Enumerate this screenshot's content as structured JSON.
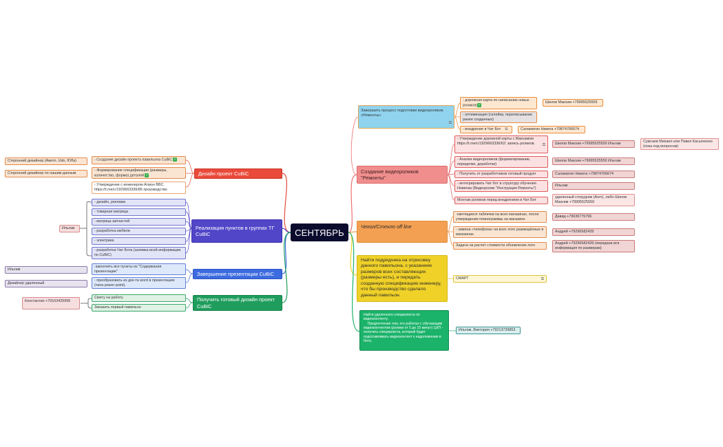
{
  "center": "СЕНТЯБРЬ",
  "branches": {
    "videos": {
      "title": "Создание видеороликов \"Ремонты\"",
      "subtitle": "Завершить процесс подготовки видеороликов «Ремонты»",
      "sub_items": [
        {
          "text": "- дорожная карта по написанию новых роликов",
          "who": "Шилов Максим +79995525559"
        },
        {
          "text": "- оптимизация (склейка, перепиcывание ранее созданных)"
        },
        {
          "text": "- внедрение в Чат Бот",
          "who": "Саламатин Никита +79874766674"
        }
      ],
      "items": [
        {
          "text": "- Утверждение дорожной карты с Максимом https://t.me/c/1929663336/62: запись роликов.",
          "who": "Шилов Максим +79995525559 Ильгам",
          "extra": "Сумсаев Михаил или Павел Касьяненко (пока под вопросом)"
        },
        {
          "text": "- Анализ видеороликов (форматирование, переделки, доработки)",
          "who": "Шилов Максим +79995525559 Ильгам"
        },
        {
          "text": "- Получить от разработчиков готовый продукт",
          "who": "Саламатин Никита +79874766674"
        },
        {
          "text": "- интегрировать Чат бот в структуру обучения Новичка (Видеоролик \"Инструкция Ремонты\")",
          "who": "Ильгам"
        },
        {
          "text": "Монтаж роликов перед внедрением в Чат Бот",
          "who": "удаленный сотрудник (Агит), либо Шилов Максим +79995525559"
        }
      ]
    },
    "glass": {
      "title": "Чехол/Стекло off line",
      "items": [
        {
          "text": "-светящиеся таблички на всех магазинах, после утверждения планограммы на магазине.",
          "who": "Давид +79036776796"
        },
        {
          "text": "- замена «телефона» на всех лого размещённых в магазинах.",
          "who": "Андрей +79296582439"
        },
        {
          "text": "Задача на расчет стоимости обновления лого",
          "who": "Андрей +79296582439 (передана вся информация по размерам)"
        }
      ]
    },
    "contractor": {
      "title": "Найти подрядчика на отрисовку данного павильона, с указанием размеров всех составляющих (размеры есть), и передать созданную спецификацию инженеру, что бы производство сделало данный павильон.",
      "child": "СМАРТ"
    },
    "remote": {
      "title": "Найти удаленного специалиста по видеоконтенту.\n    Предпочтение тем, кто работал с обучающим видеоконтентом (ролики от 5 до 15 минут) ЦКП - получить специалиста, который будет подготавливать видеоконтент к надоложению в бота.",
      "who": "Ильгам, Виктория +79213739853"
    },
    "design": {
      "title": "Дизайн проект CuBiC",
      "items": [
        {
          "text": "- Создание дизайн проекта павильона CuBiC",
          "who": "Сторонний дизайнер (Авито, Udo, ЮЛа)"
        },
        {
          "text": "- Формирование спецификации (размеры, количество, форма) деталей",
          "who": "Сторонний дизайнер по нашим данным"
        },
        {
          "text": "- Утверждение с инженером Алион BBC. https://t.me/c/1929663336/85 производство."
        }
      ]
    },
    "tg": {
      "title": "Реализация пунктов в группах ТГ CuBiC",
      "who": "Ильгам",
      "items": [
        "- дизайн, реклама",
        "- товарная матрица",
        "- матрица запчастей",
        "- разработка мебели",
        "- электрика",
        "- разработка Чат Бота (заливка всей информации по CuBiC)"
      ]
    },
    "presentation": {
      "title": "Завершение презентации CuBiC",
      "items": [
        {
          "text": "-закончить все пункты из \"Содержания презентации\"",
          "who": "Ильгам"
        },
        {
          "text": "- преобразовать из док-та word в презентацию (типа power point).",
          "who": "Дизайнер удаленный"
        }
      ]
    },
    "ready": {
      "title": "Получить готовый дизайн проект CuBiC",
      "who": "Константин +79163425995",
      "items": [
        "Смету на работу",
        "Заказать первый павильон"
      ]
    }
  },
  "colors": {
    "videos": "#ee7a7a",
    "glass": "#f3a053",
    "contractor": "#f0d128",
    "remote": "#1bb36a",
    "design": "#ea4a3a",
    "tg": "#5146c8",
    "presentation": "#3d6be0",
    "ready": "#1f9d5c"
  }
}
